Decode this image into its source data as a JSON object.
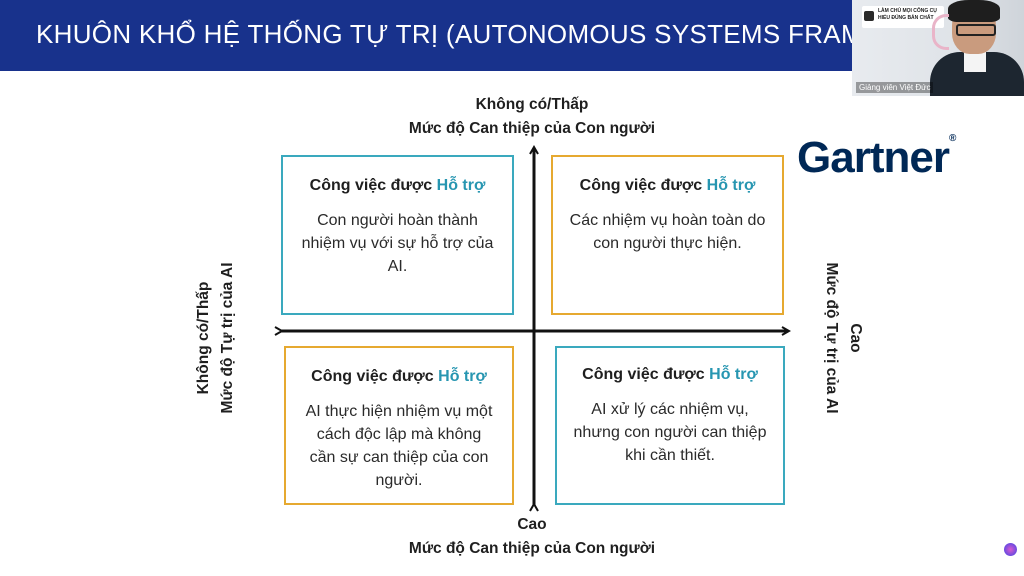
{
  "header": {
    "title": "KHUÔN KHỔ HỆ THỐNG TỰ TRỊ (AUTONOMOUS SYSTEMS FRAMEWO"
  },
  "webcam": {
    "sign_line1": "LÀM CHỦ MỌI CÔNG CỤ",
    "sign_line2": "HIỂU ĐÚNG BẢN CHẤT",
    "name": "Giảng viên Việt Đức"
  },
  "axes": {
    "top_line1": "Không có/Thấp",
    "top_line2": "Mức độ Can thiệp của Con người",
    "bottom_line1": "Cao",
    "bottom_line2": "Mức độ Can thiệp của Con người",
    "left_line1": "Không có/Thấp",
    "left_line2": "Mức độ Tự trị của AI",
    "right_line1": "Cao",
    "right_line2": "Mức độ Tự trị của AI"
  },
  "brand": {
    "logo_text": "Gartner",
    "registered": "®"
  },
  "quadrants": [
    {
      "title_prefix": "Công việc được ",
      "title_highlight": "Hỗ trợ",
      "body": "Con người hoàn thành nhiệm vụ với sự hỗ trợ của AI.",
      "border_color": "#3aa9be"
    },
    {
      "title_prefix": "Công việc được ",
      "title_highlight": "Hỗ trợ",
      "body": "Các nhiệm vụ hoàn toàn do con người thực hiện.",
      "border_color": "#e6a930"
    },
    {
      "title_prefix": "Công việc được ",
      "title_highlight": "Hỗ trợ",
      "body": "AI thực hiện nhiệm vụ một cách độc lập mà không cần sự can thiệp của con người.",
      "border_color": "#e6a930"
    },
    {
      "title_prefix": "Công việc được ",
      "title_highlight": "Hỗ trợ",
      "body": "AI xử lý các nhiệm vụ, nhưng con người can thiệp khi cần thiết.",
      "border_color": "#3aa9be"
    }
  ],
  "colors": {
    "header_bg": "#18328c",
    "highlight": "#2796b1",
    "gartner_navy": "#002856"
  }
}
